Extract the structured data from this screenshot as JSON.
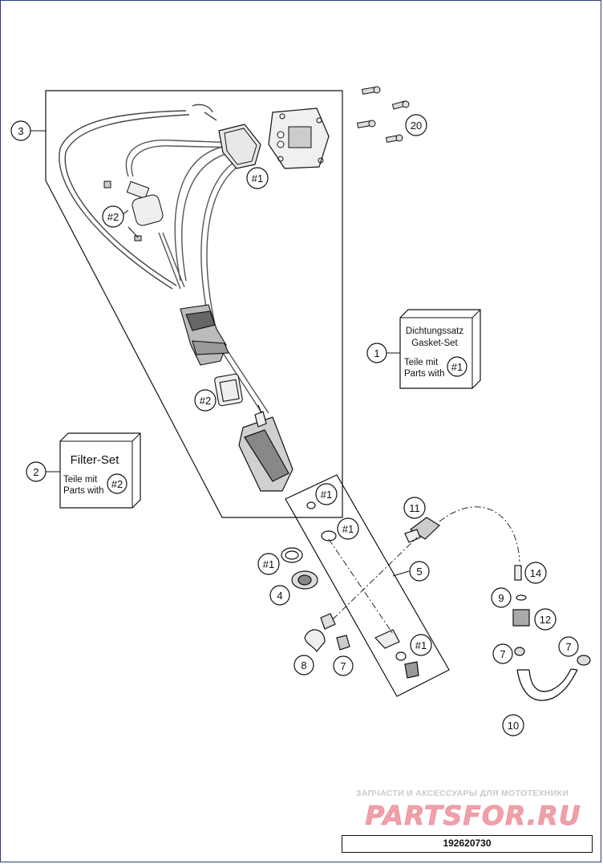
{
  "diagram_id": "192620730",
  "watermark": {
    "tagline": "ЗАПЧАСТИ И АКСЕССУАРЫ ДЛЯ МОТОТЕХНИКИ",
    "brand": "PARTSFOR.RU"
  },
  "kits": {
    "gasket": {
      "title_de": "Dichtungssatz",
      "title_en": "Gasket-Set",
      "parts_de": "Teile mit",
      "parts_en": "Parts with",
      "ref": "#1"
    },
    "filter": {
      "title": "Filter-Set",
      "parts_de": "Teile mit",
      "parts_en": "Parts with",
      "ref": "#2"
    }
  },
  "callouts": {
    "c1": "1",
    "c2": "2",
    "c3": "3",
    "c4": "4",
    "c5": "5",
    "c7a": "7",
    "c7b": "7",
    "c7c": "7",
    "c8": "8",
    "c9": "9",
    "c10": "10",
    "c11": "11",
    "c12": "12",
    "c14": "14",
    "c20": "20",
    "h1a": "#1",
    "h1b": "#1",
    "h1c": "#1",
    "h1d": "#1",
    "h1e": "#1",
    "h2a": "#2",
    "h2b": "#2"
  },
  "colors": {
    "line": "#111111",
    "part_fill": "#d9d9d9",
    "part_dark": "#555555",
    "frame": "#2a3f6e",
    "watermark_red": "#f0a0a8",
    "watermark_grey": "#c9c9c9"
  }
}
